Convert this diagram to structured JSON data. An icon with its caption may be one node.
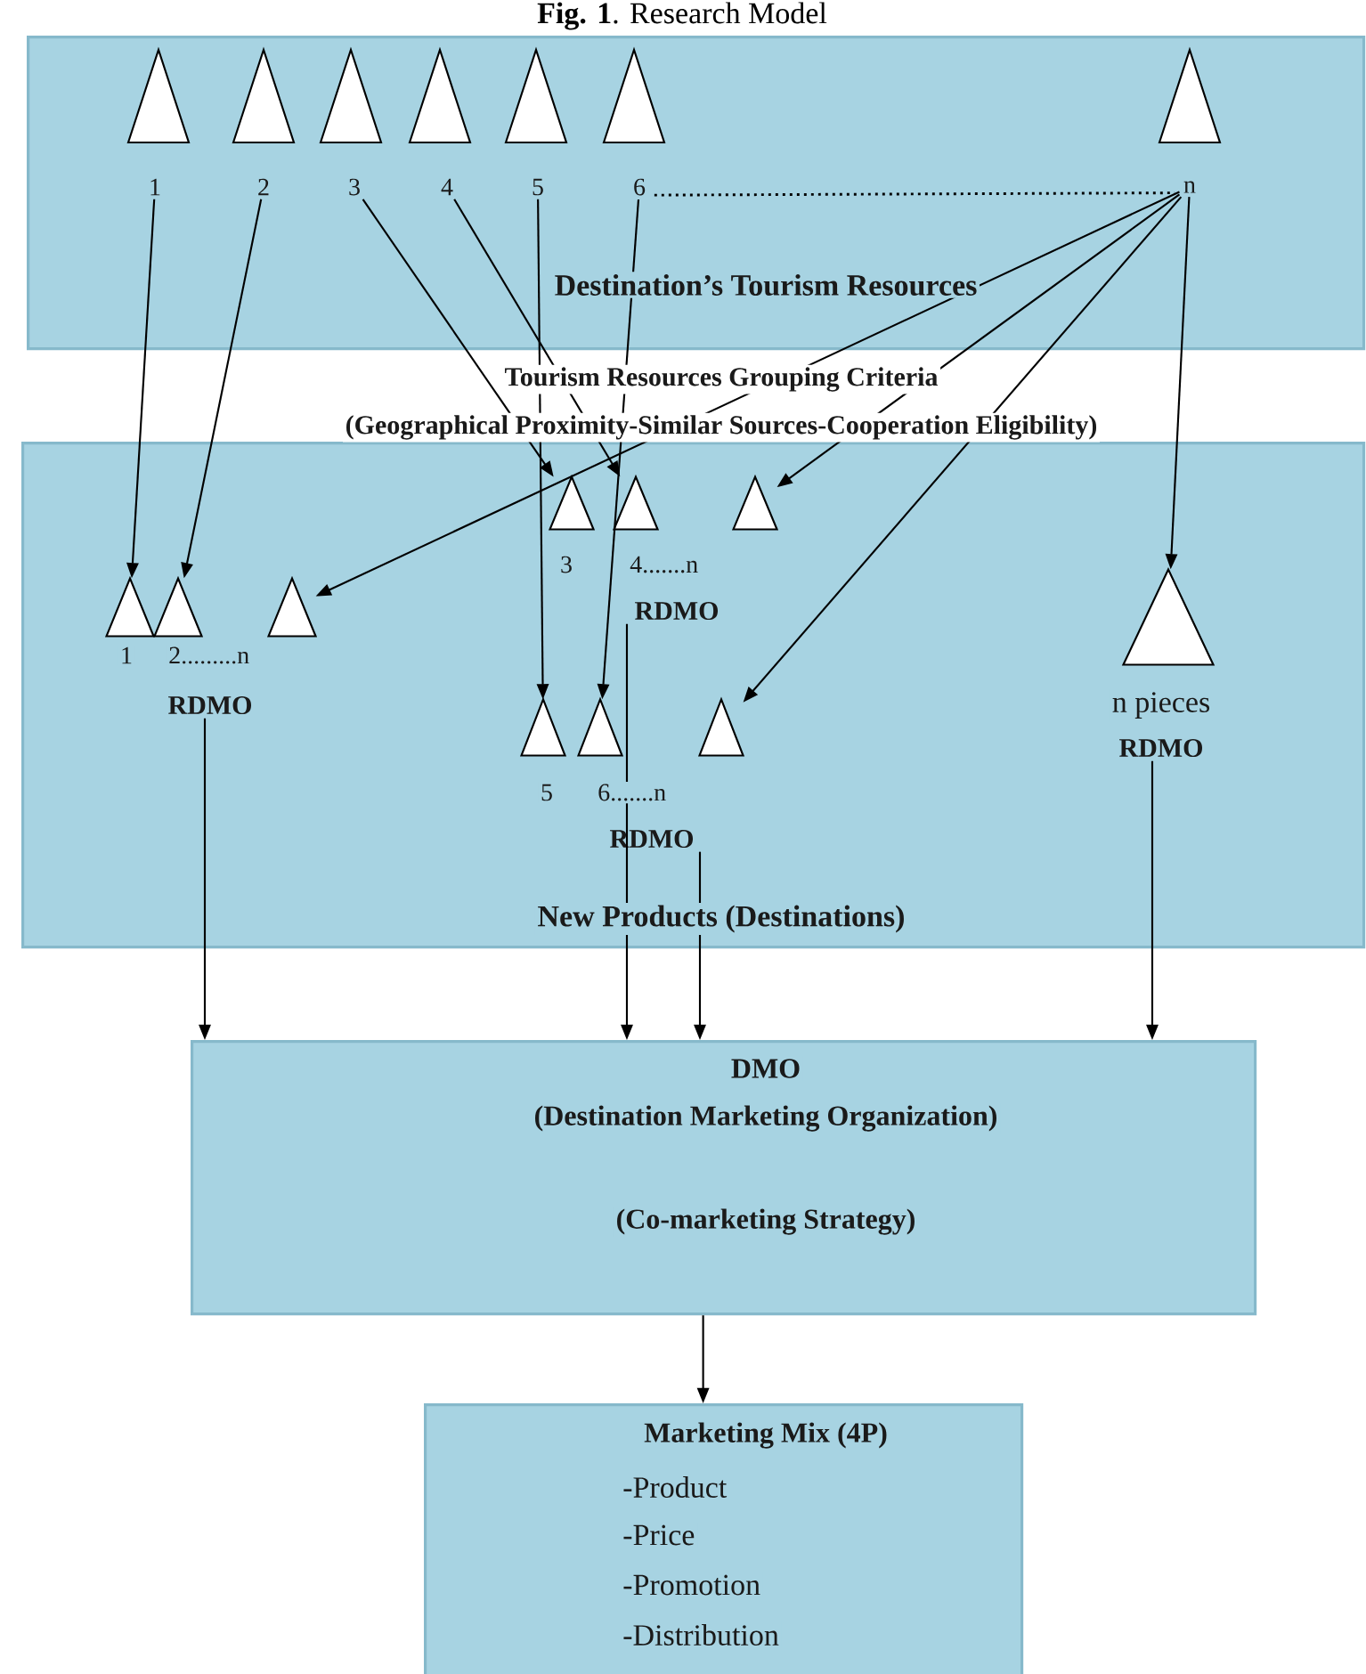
{
  "diagram": {
    "title": "**Fig. 1**. Research Model",
    "nodes": [
      {
        "text": [
          "Destination’s Tourism Resources"
        ]
      },
      {
        "text": [
          "1"
        ],
        "in": 0
      },
      {
        "text": [
          "2"
        ],
        "in": 0
      },
      {
        "text": [
          "3"
        ],
        "in": 0
      },
      {
        "text": [
          "4"
        ],
        "in": 0
      },
      {
        "text": [
          "5"
        ],
        "in": 0
      },
      {
        "text": [
          "6"
        ],
        "in": 0
      },
      {
        "text": [
          "n"
        ],
        "in": 0
      },
      {
        "text": [
          "New Products (Destinations)"
        ]
      },
      {
        "text": [],
        "shape": "triangle",
        "in": 8,
        "beside": [
          "3"
        ]
      },
      {
        "text": [],
        "shape": "triangle",
        "in": 8,
        "beside": [
          "4.......n"
        ]
      },
      {
        "text": [],
        "shape": "triangle",
        "in": 8
      },
      {
        "text": [
          "RDMO"
        ],
        "in": 8
      },
      {
        "text": [],
        "shape": "triangle",
        "in": 8,
        "beside": [
          "1"
        ]
      },
      {
        "text": [],
        "shape": "triangle",
        "in": 8,
        "beside": [
          "2.........n"
        ]
      },
      {
        "text": [],
        "shape": "triangle",
        "in": 8
      },
      {
        "text": [],
        "shape": "triangle",
        "in": 8,
        "beside": [
          "n pieces"
        ]
      },
      {
        "text": [
          "RDMO"
        ],
        "in": 8
      },
      {
        "text": [
          "RDMO"
        ],
        "in": 8
      },
      {
        "text": [],
        "shape": "triangle",
        "in": 8,
        "beside": [
          "5"
        ]
      },
      {
        "text": [],
        "shape": "triangle",
        "in": 8,
        "beside": [
          "6.......n"
        ]
      },
      {
        "text": [],
        "shape": "triangle",
        "in": 8
      },
      {
        "text": [
          "RDMO"
        ],
        "in": 8
      },
      {
        "text": [
          "DMO",
          "(Destination Marketing Organization)",
          "(Co-marketing Strategy)"
        ]
      },
      {
        "text": [
          "Marketing Mix (4P)",
          "-Product",
          "-Price",
          "-Promotion",
          "-Distribution"
        ]
      }
    ],
    "edges": [
      {
        "from": 6,
        "to": 7,
        "arrow": "none",
        "style": "dashed"
      },
      {
        "from": 1,
        "to": 13,
        "arrow": "to"
      },
      {
        "from": 2,
        "to": 14,
        "arrow": "to"
      },
      {
        "from": 3,
        "to": 9,
        "arrow": "to"
      },
      {
        "from": 4,
        "to": 10,
        "arrow": "to"
      },
      {
        "from": 5,
        "to": 19,
        "arrow": "to"
      },
      {
        "from": 6,
        "to": 20,
        "arrow": "to"
      },
      {
        "from": 7,
        "to": 15,
        "arrow": "to"
      },
      {
        "from": 7,
        "to": 11,
        "arrow": "to"
      },
      {
        "from": 7,
        "to": 21,
        "arrow": "to"
      },
      {
        "from": 7,
        "to": 16,
        "arrow": "to"
      },
      {
        "from": 17,
        "to": 23,
        "arrow": "to"
      },
      {
        "from": 12,
        "to": 23,
        "arrow": "to"
      },
      {
        "from": 22,
        "to": 23,
        "arrow": "to"
      },
      {
        "from": 18,
        "to": 23,
        "arrow": "to"
      },
      {
        "from": 23,
        "to": 24,
        "arrow": "to"
      }
    ],
    "labels": [
      "Tourism Resources Grouping Criteria",
      "(Geographical Proximity-Similar Sources-Cooperation Eligibility)"
    ]
  }
}
